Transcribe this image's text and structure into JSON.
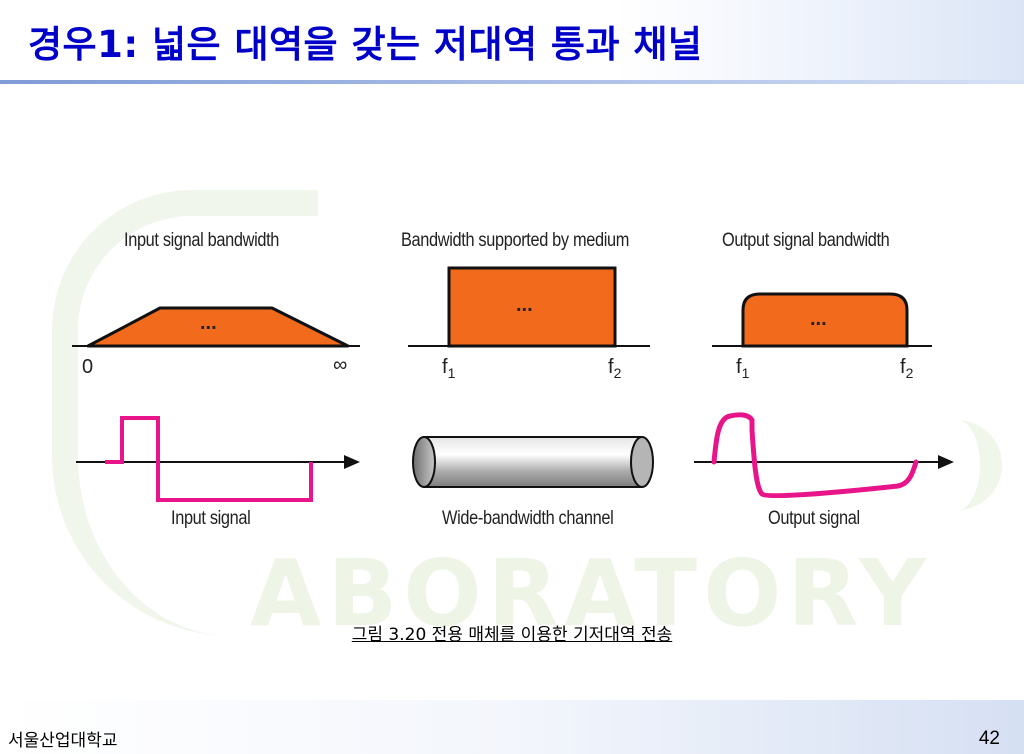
{
  "slide": {
    "title": "경우1: 넓은 대역을 갖는 저대역 통과 채널",
    "caption": "그림 3.20  전용 매체를 이용한 기저대역 전송",
    "footer_left": "서울산업대학교",
    "page_number": "42",
    "watermark": "ABORATORY"
  },
  "diagram": {
    "input_bandwidth_label": "Input signal bandwidth",
    "medium_bandwidth_label": "Bandwidth supported by medium",
    "output_bandwidth_label": "Output signal bandwidth",
    "input_signal_label": "Input signal",
    "channel_label": "Wide-bandwidth channel",
    "output_signal_label": "Output signal",
    "ellipsis": "...",
    "axis_zero": "0",
    "axis_infinity": "∞",
    "f_symbol": "f",
    "sub_1": "1",
    "sub_2": "2"
  },
  "colors": {
    "title": "#0000c8",
    "spectrum_fill": "#f26b1d",
    "signal_stroke": "#e8148a",
    "axis": "#111111"
  }
}
